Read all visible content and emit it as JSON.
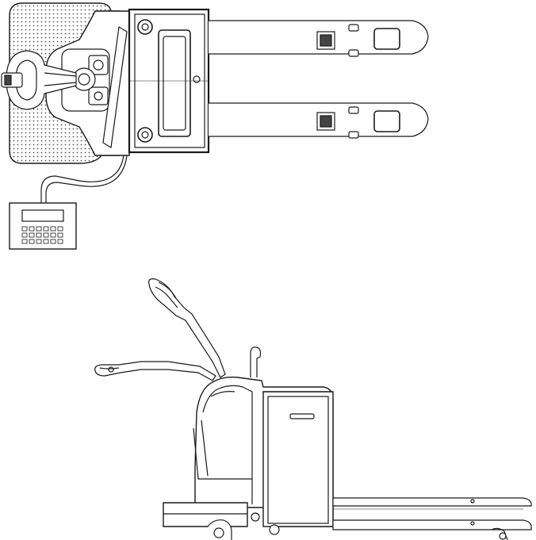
{
  "figure": {
    "views": [
      "top-view",
      "side-view"
    ],
    "components": {
      "top": [
        "platform",
        "tiller-handle",
        "drive-unit",
        "battery-cover",
        "fork-left",
        "fork-right",
        "load-wheels",
        "scale-indicator"
      ],
      "side": [
        "tiller-arm-raised",
        "tiller-arm-lowered",
        "chassis",
        "battery-compartment",
        "platform",
        "forks",
        "wheels"
      ]
    },
    "line_color": "#1a1a1a",
    "background": "#ffffff"
  }
}
